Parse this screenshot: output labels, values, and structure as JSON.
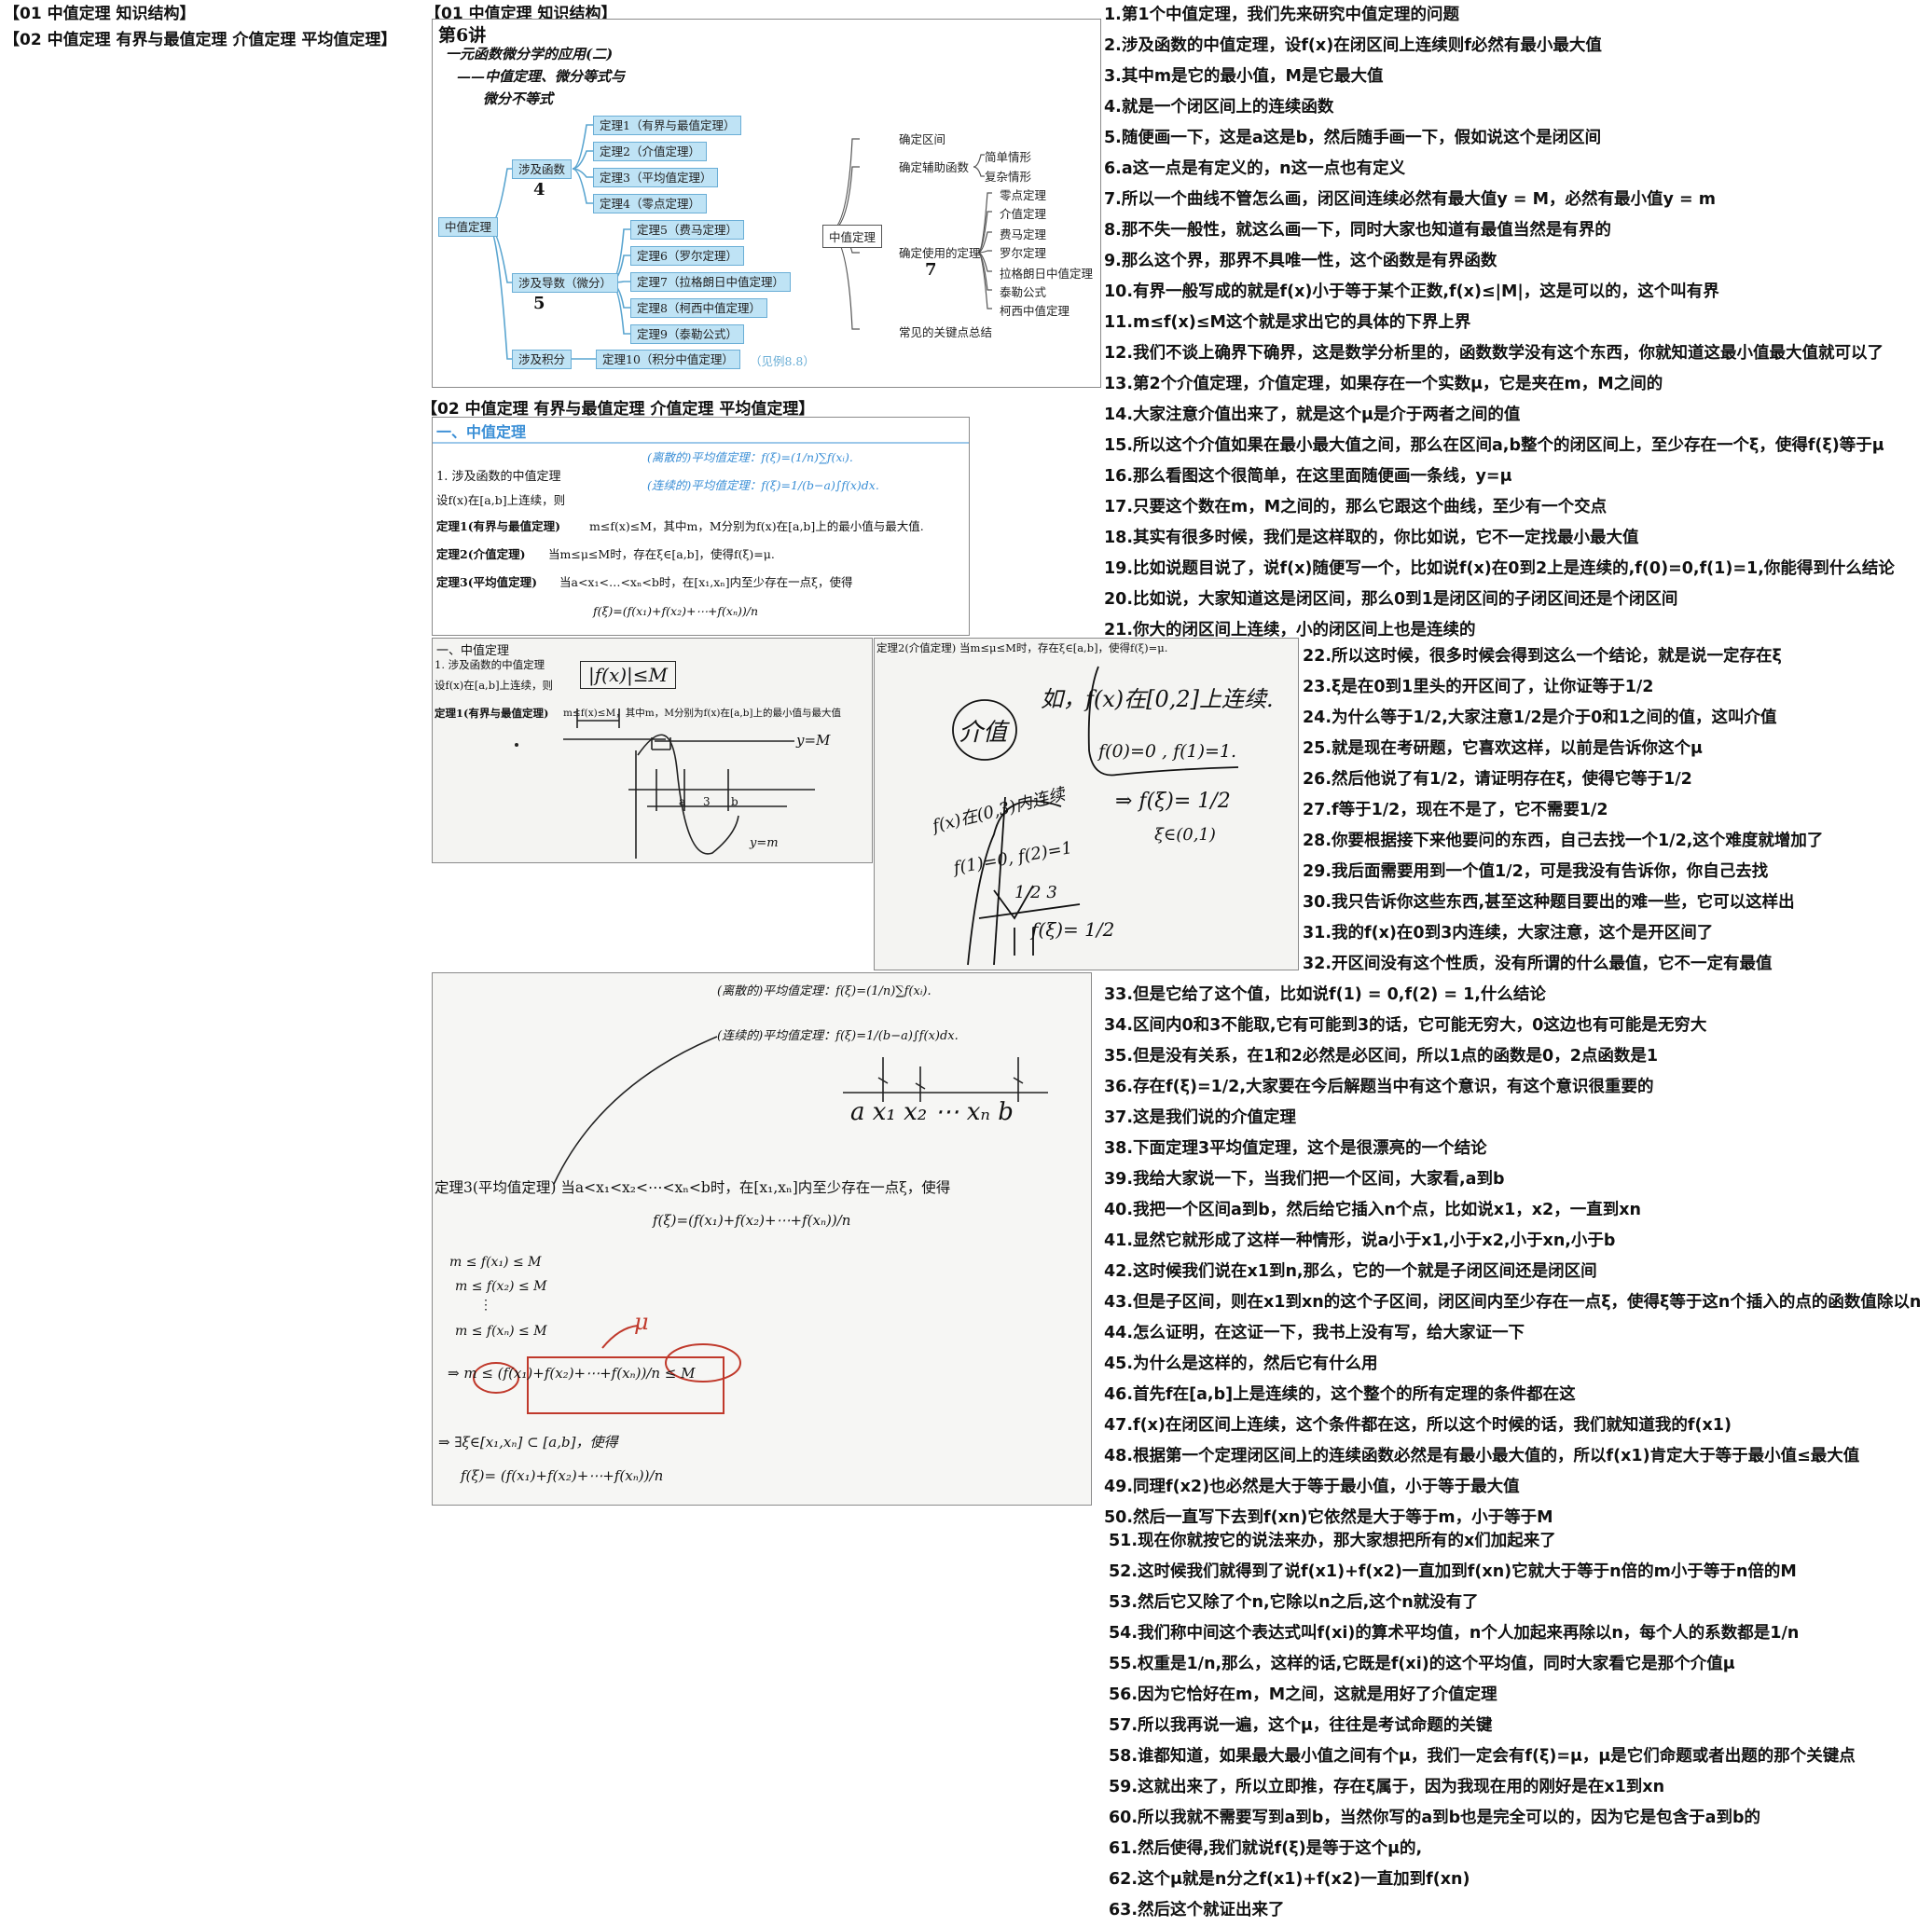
{
  "toc": {
    "item1": "【01 中值定理 知识结构】",
    "item2": "【02 中值定理 有界与最值定理 介值定理 平均值定理】"
  },
  "sections": {
    "s1_title": "【01 中值定理 知识结构】",
    "s2_title": "【02 中值定理 有界与最值定理 介值定理 平均值定理】"
  },
  "mindmap": {
    "heading1": "第6讲",
    "heading2": "一元函数微分学的应用(二)",
    "heading3": "——中值定理、微分等式与",
    "heading4": "微分不等式",
    "root": "中值定理",
    "b1": "涉及函数",
    "b1_num": "4",
    "b2": "涉及导数（微分）",
    "b2_num": "5",
    "b3": "涉及积分",
    "t1": "定理1（有界与最值定理）",
    "t2": "定理2（介值定理）",
    "t3": "定理3（平均值定理）",
    "t4": "定理4（零点定理）",
    "t5": "定理5（费马定理）",
    "t6": "定理6（罗尔定理）",
    "t7": "定理7（拉格朗日中值定理）",
    "t8": "定理8（柯西中值定理）",
    "t9": "定理9（泰勒公式）",
    "t10": "定理10（积分中值定理）",
    "t10_note": "（见例8.8）",
    "root2": "中值定理",
    "r1": "确定区间",
    "r2": "确定辅助函数",
    "r2a": "简单情形",
    "r2b": "复杂情形",
    "r3": "确定使用的定理",
    "r3_num": "7",
    "r3_items": [
      "零点定理",
      "介值定理",
      "费马定理",
      "罗尔定理",
      "拉格朗日中值定理",
      "泰勒公式",
      "柯西中值定理"
    ],
    "r4": "常见的关键点总结"
  },
  "textbook": {
    "title": "一、中值定理",
    "sub": "1. 涉及函数的中值定理",
    "cond": "设f(x)在[a,b]上连续，则",
    "thm1_label": "定理1(有界与最值定理)",
    "thm1": "m≤f(x)≤M，其中m，M分别为f(x)在[a,b]上的最小值与最大值.",
    "thm2_label": "定理2(介值定理)",
    "thm2": "当m≤μ≤M时，存在ξ∈[a,b]，使得f(ξ)=μ.",
    "thm3_label": "定理3(平均值定理)",
    "thm3": "当a<x₁<…<xₙ<b时，在[x₁,xₙ]内至少存在一点ξ，使得",
    "formula": "f(ξ)=(f(x₁)+f(x₂)+⋯+f(xₙ))/n",
    "note_discrete": "(离散的)平均值定理：f(ξ)=(1/n)∑f(xᵢ).",
    "note_continuous": "(连续的)平均值定理：f(ξ)=1/(b−a)∫f(x)dx."
  },
  "board1": {
    "title": "一、中值定理",
    "sub": "1. 涉及函数的中值定理",
    "cond": "设f(x)在[a,b]上连续，则",
    "thm1_label": "定理1(有界与最值定理)",
    "thm1": "m≤f(x)≤M，其中m，M分别为f(x)在[a,b]上的最小值与最大值",
    "hw_box": "|f(x)|≤M",
    "hw_M": "y=M",
    "hw_m": "y=m",
    "hw_a": "a",
    "hw_3": "3",
    "hw_b": "b"
  },
  "board2": {
    "header": "定理2(介值定理) 当m≤μ≤M时，存在ξ∈[a,b]，使得f(ξ)=μ.",
    "hw1": "介值",
    "hw2": "如，f(x)在[0,2]上连续.",
    "hw3": "f(0)=0 , f(1)=1.",
    "hw4": "⇒ f(ξ)= 1/2",
    "hw5": "ξ∈(0,1)",
    "hw6": "f(x)在(0,3)内连续",
    "hw7": "f(1)=0, f(2)=1",
    "hw8": "1  2  3",
    "hw9": "f(ξ)= 1/2"
  },
  "board3": {
    "top1": "(离散的)平均值定理：f(ξ)=(1/n)∑f(xᵢ).",
    "top2": "(连续的)平均值定理：f(ξ)=1/(b−a)∫f(x)dx.",
    "axis": "a  x₁  x₂  ⋯  xₙ  b",
    "thm3": "定理3(平均值定理)  当a<x₁<x₂<⋯<xₙ<b时，在[x₁,xₙ]内至少存在一点ξ，使得",
    "formula": "f(ξ)=(f(x₁)+f(x₂)+⋯+f(xₙ))/n",
    "hw1": "m ≤ f(x₁) ≤ M",
    "hw2": "m ≤ f(x₂) ≤ M",
    "hw3": "⋮",
    "hw4": "m ≤ f(xₙ) ≤ M",
    "hw_mu": "μ",
    "hw5": "⇒ m ≤ (f(x₁)+f(x₂)+⋯+f(xₙ))/n ≤ M",
    "hw6": "⇒ ∃ξ∈[x₁,xₙ] ⊂ [a,b]，使得",
    "hw7": "f(ξ)= (f(x₁)+f(x₂)+⋯+f(xₙ))/n"
  },
  "notes_a": [
    "1.第1个中值定理，我们先来研究中值定理的问题",
    "2.涉及函数的中值定理，设f(x)在闭区间上连续则f必然有最小最大值",
    "3.其中m是它的最小值，M是它最大值",
    "4.就是一个闭区间上的连续函数",
    "5.随便画一下，这是a这是b，然后随手画一下，假如说这个是闭区间",
    "6.a这一点是有定义的，n这一点也有定义",
    "7.所以一个曲线不管怎么画，闭区间连续必然有最大值y = M，必然有最小值y = m",
    "8.那不失一般性，就这么画一下，同时大家也知道有最值当然是有界的",
    "9.那么这个界，那界不具唯一性，这个函数是有界函数",
    "10.有界一般写成的就是f(x)小于等于某个正数,f(x)≤|M|，这是可以的，这个叫有界",
    "11.m≤f(x)≤M这个就是求出它的具体的下界上界",
    "12.我们不谈上确界下确界，这是数学分析里的，函数数学没有这个东西，你就知道这最小值最大值就可以了",
    "13.第2个介值定理，介值定理，如果存在一个实数μ，它是夹在m，M之间的",
    "14.大家注意介值出来了，就是这个μ是介于两者之间的值",
    "15.所以这个介值如果在最小最大值之间，那么在区间a,b整个的闭区间上，至少存在一个ξ，使得f(ξ)等于μ",
    "16.那么看图这个很简单，在这里面随便画一条线，y=μ",
    "17.只要这个数在m，M之间的，那么它跟这个曲线，至少有一个交点",
    "18.其实有很多时候，我们是这样取的，你比如说，它不一定找最小最大值",
    "19.比如说题目说了，说f(x)随便写一个，比如说f(x)在0到2上是连续的,f(0)=0,f(1)=1,你能得到什么结论",
    "20.比如说，大家知道这是闭区间，那么0到1是闭区间的子闭区间还是个闭区间",
    "21.你大的闭区间上连续，小的闭区间上也是连续的"
  ],
  "notes_b": [
    "22.所以这时候，很多时候会得到这么一个结论，就是说一定存在ξ",
    "23.ξ是在0到1里头的开区间了，让你证等于1/2",
    "24.为什么等于1/2,大家注意1/2是介于0和1之间的值，这叫介值",
    "25.就是现在考研题，它喜欢这样，以前是告诉你这个μ",
    "26.然后他说了有1/2，请证明存在ξ，使得它等于1/2",
    "27.f等于1/2，现在不是了，它不需要1/2",
    "28.你要根据接下来他要问的东西，自己去找一个1/2,这个难度就增加了",
    "29.我后面需要用到一个值1/2，可是我没有告诉你，你自己去找",
    "30.我只告诉你这些东西,甚至这种题目要出的难一些，它可以这样出",
    "31.我的f(x)在0到3内连续，大家注意，这个是开区间了",
    "32.开区间没有这个性质，没有所谓的什么最值，它不一定有最值"
  ],
  "notes_c": [
    "33.但是它给了这个值，比如说f(1) = 0,f(2) = 1,什么结论",
    "34.区间内0和3不能取,它有可能到3的话，它可能无穷大，0这边也有可能是无穷大",
    "35.但是没有关系，在1和2必然是必区间，所以1点的函数是0，2点函数是1",
    "36.存在f(ξ)=1/2,大家要在今后解题当中有这个意识，有这个意识很重要的",
    "37.这是我们说的介值定理",
    "38.下面定理3平均值定理，这个是很漂亮的一个结论",
    "39.我给大家说一下，当我们把一个区间，大家看,a到b",
    "40.我把一个区间a到b，然后给它插入n个点，比如说x1，x2，一直到xn",
    "41.显然它就形成了这样一种情形，说a小于x1,小于x2,小于xn,小于b",
    "42.这时候我们说在x1到n,那么，它的一个就是子闭区间还是闭区间",
    "43.但是子区间，则在x1到xn的这个子区间，闭区间内至少存在一点ξ，使得ξ等于这n个插入的点的函数值除以n",
    "44.怎么证明，在这证一下，我书上没有写，给大家证一下",
    "45.为什么是这样的，然后它有什么用",
    "46.首先f在[a,b]上是连续的，这个整个的所有定理的条件都在这",
    "47.f(x)在闭区间上连续，这个条件都在这，所以这个时候的话，我们就知道我的f(x1)",
    "48.根据第一个定理闭区间上的连续函数必然是有最小最大值的，所以f(x1)肯定大于等于最小值≤最大值",
    "49.同理f(x2)也必然是大于等于最小值，小于等于最大值",
    "50.然后一直写下去到f(xn)它依然是大于等于m，小于等于M"
  ],
  "notes_d": [
    "51.现在你就按它的说法来办，那大家想把所有的x们加起来了",
    "52.这时候我们就得到了说f(x1)+f(x2)一直加到f(xn)它就大于等于n倍的m小于等于n倍的M",
    "53.然后它又除了个n,它除以n之后,这个n就没有了",
    "54.我们称中间这个表达式叫f(xi)的算术平均值，n个人加起来再除以n，每个人的系数都是1/n",
    "55.权重是1/n,那么，这样的话,它既是f(xi)的这个平均值，同时大家看它是那个介值μ",
    "56.因为它恰好在m，M之间，这就是用好了介值定理",
    "57.所以我再说一遍，这个μ，往往是考试命题的关键",
    "58.谁都知道，如果最大最小值之间有个μ，我们一定会有f(ξ)=μ，μ是它们命题或者出题的那个关键点",
    "59.这就出来了，所以立即推，存在ξ属于，因为我现在用的刚好是在x1到xn",
    "60.所以我就不需要写到a到b，当然你写的a到b也是完全可以的，因为它是包含于a到b的",
    "61.然后使得,我们就说f(ξ)是等于这个μ的,",
    "62.这个μ就是n分之f(x1)+f(x2)一直加到f(xn)",
    "63.然后这个就证出来了"
  ]
}
